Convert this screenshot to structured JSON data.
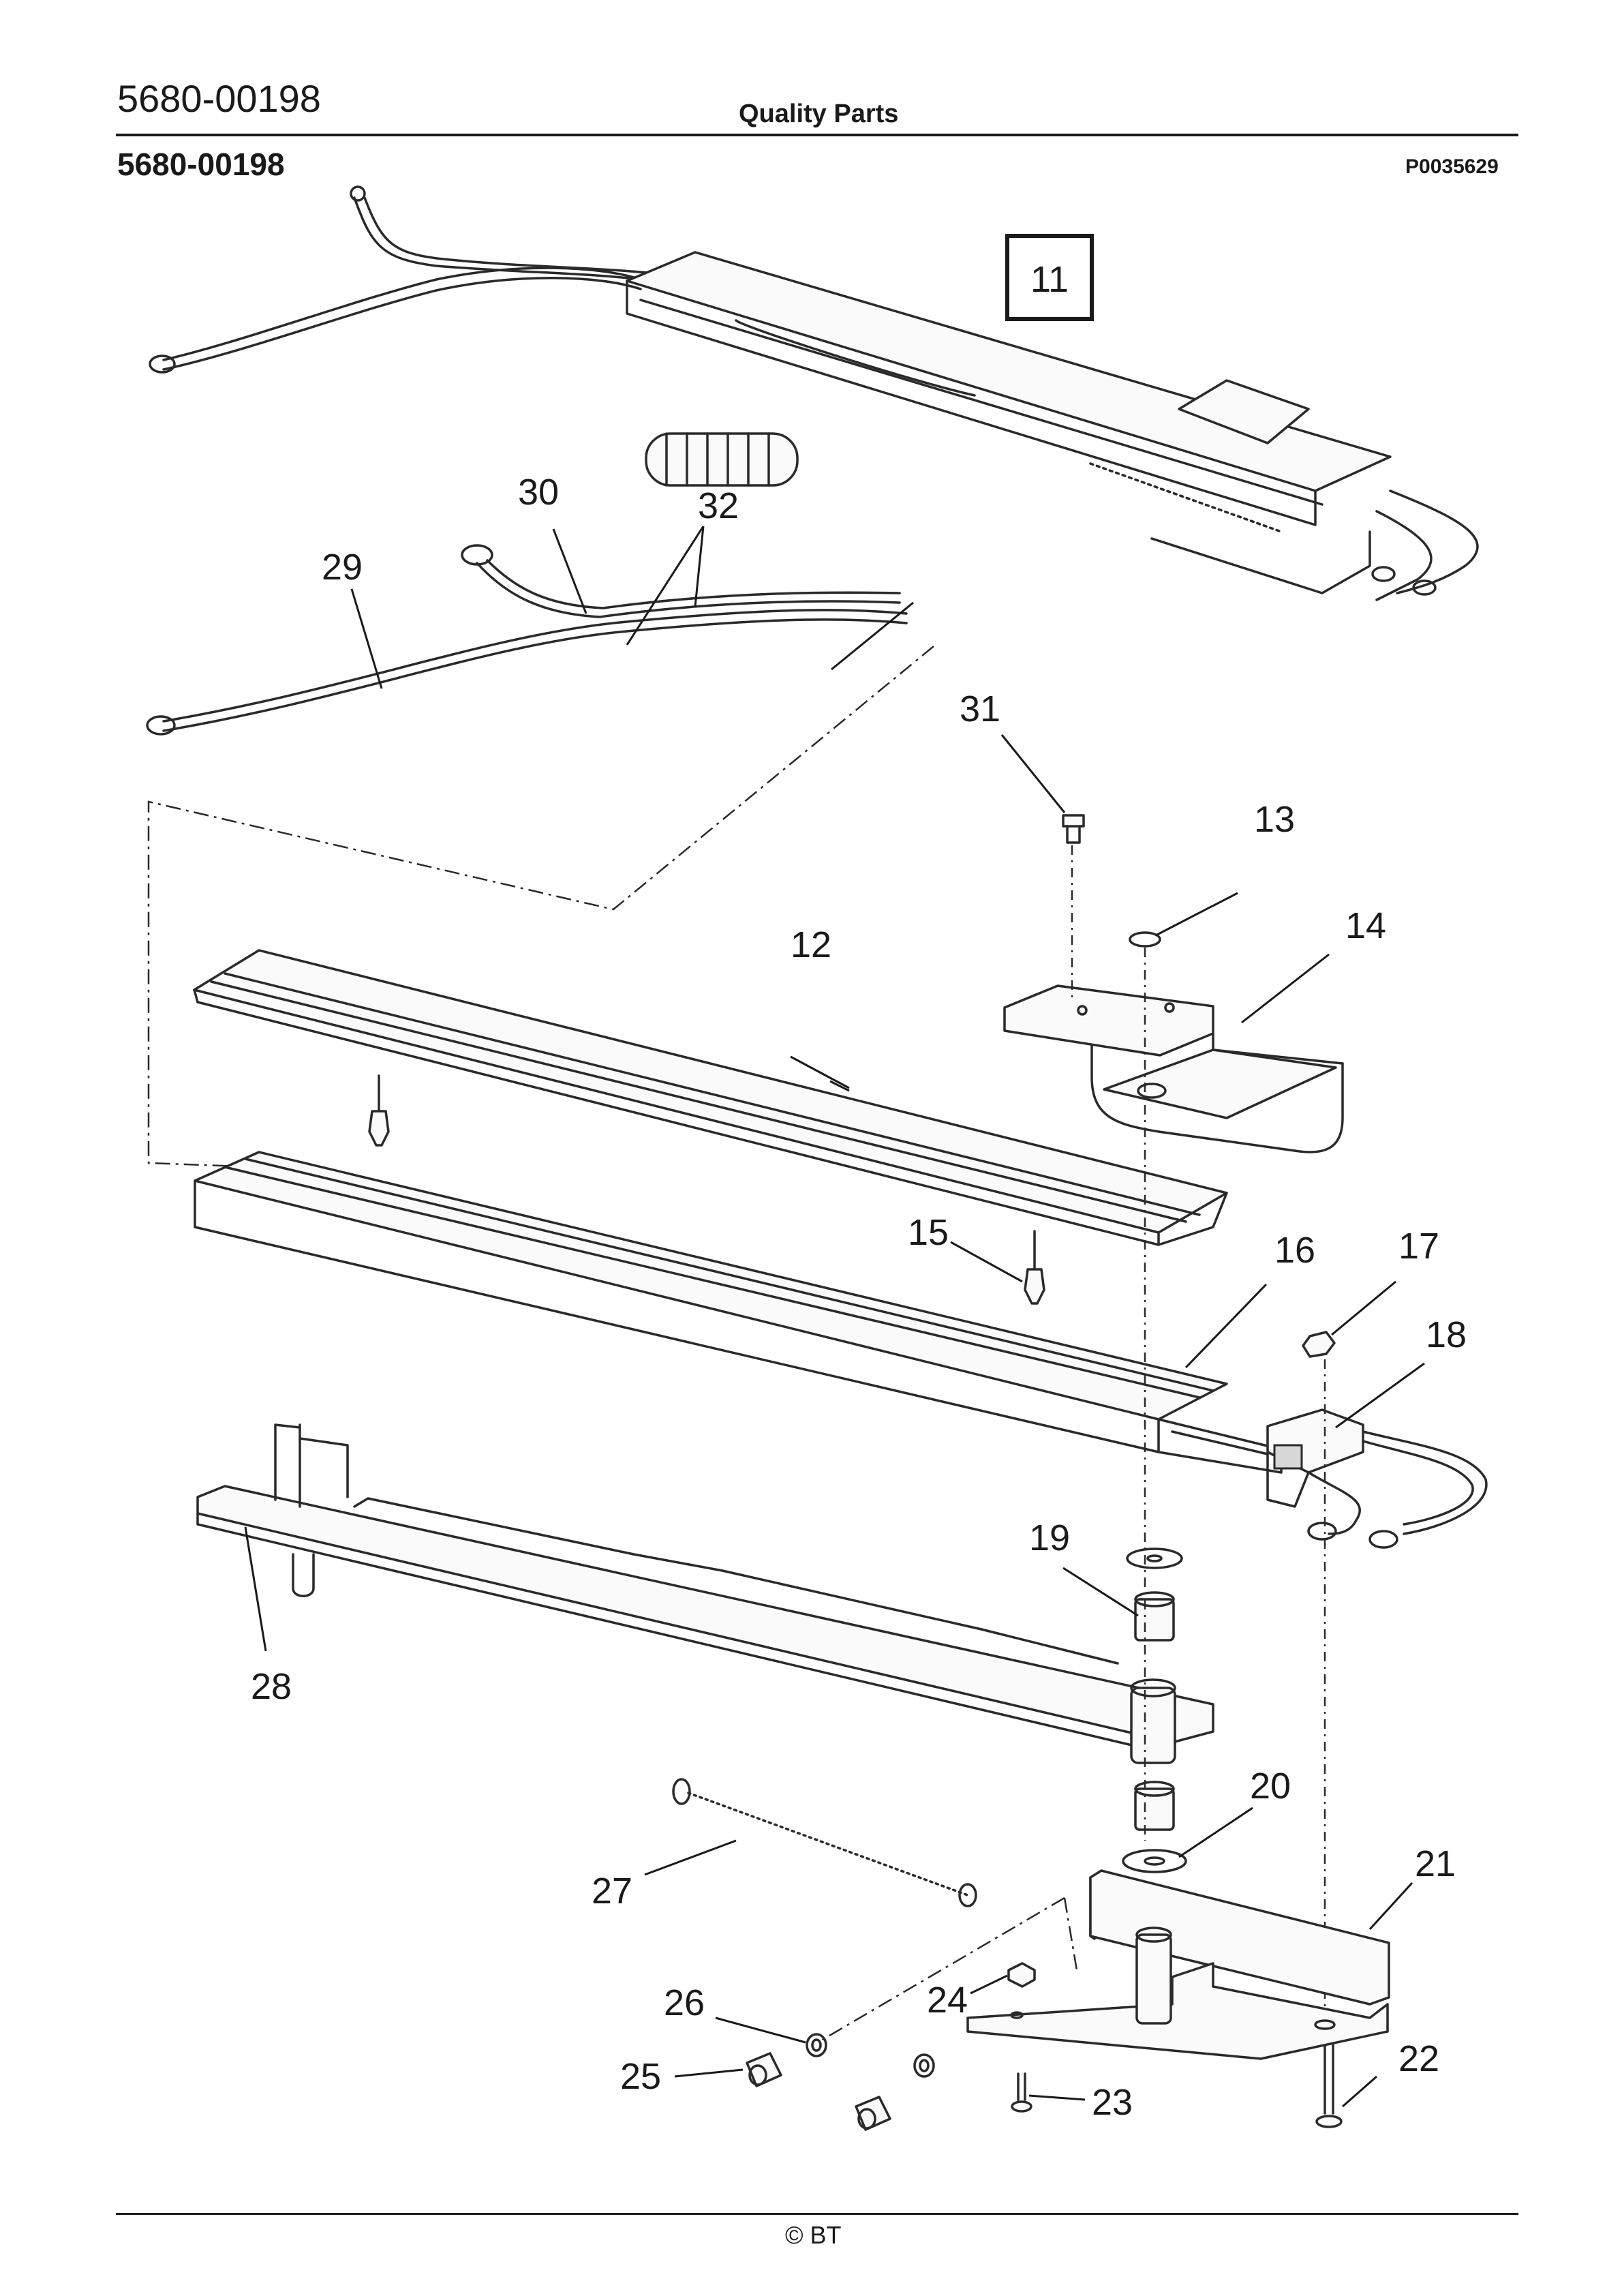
{
  "header": {
    "doc_number": "5680-00198",
    "title": "Quality Parts"
  },
  "page_title": "5680-00198",
  "drawing_id": "P0035629",
  "assembly_box_label": "11",
  "callouts": [
    "12",
    "13",
    "14",
    "15",
    "16",
    "17",
    "18",
    "19",
    "20",
    "21",
    "22",
    "23",
    "24",
    "25",
    "26",
    "27",
    "28",
    "29",
    "30",
    "31",
    "32"
  ],
  "footer": {
    "copyright": "© BT"
  }
}
